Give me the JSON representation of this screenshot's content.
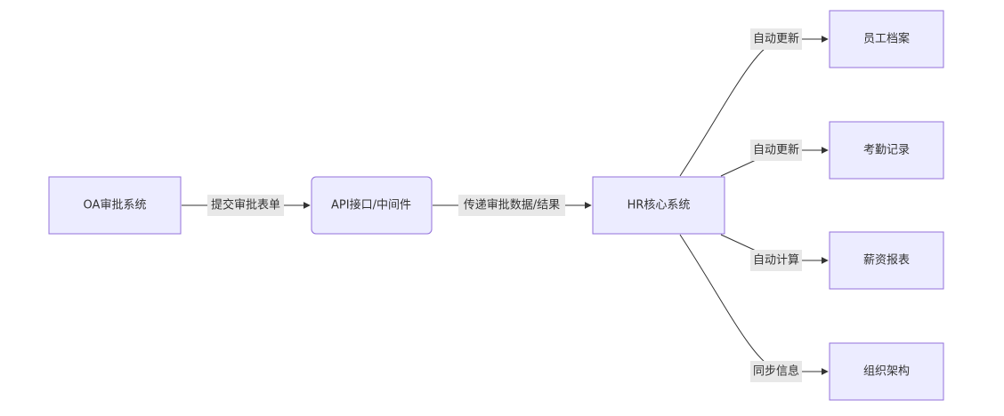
{
  "nodes": {
    "oa": "OA审批系统",
    "api": "API接口/中间件",
    "hr": "HR核心系统",
    "employee": "员工档案",
    "attendance": "考勤记录",
    "salary": "薪资报表",
    "org": "组织架构"
  },
  "edges": {
    "oa_api": "提交审批表单",
    "api_hr": "传递审批数据/结果",
    "hr_employee": "自动更新",
    "hr_attendance": "自动更新",
    "hr_salary": "自动计算",
    "hr_org": "同步信息"
  },
  "colors": {
    "node_fill": "#ECECFF",
    "node_stroke": "#9370DB",
    "edge": "#333333",
    "label_bg": "#E8E8E8"
  }
}
